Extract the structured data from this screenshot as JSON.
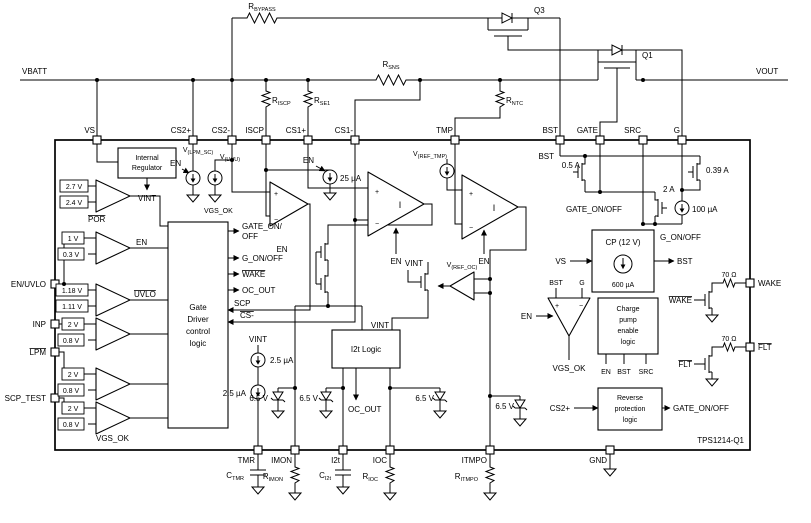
{
  "part_number": "TPS1214-Q1",
  "rails": {
    "vbatt": "VBATT",
    "vout": "VOUT"
  },
  "external_top": {
    "r_bypass": {
      "p": "R",
      "s": "BYPASS"
    },
    "q3": "Q3",
    "r_sns": {
      "p": "R",
      "s": "SNS"
    },
    "q1": "Q1",
    "r_iscp": {
      "p": "R",
      "s": "ISCP"
    },
    "r_se1": {
      "p": "R",
      "s": "SE1"
    },
    "r_ntc": {
      "p": "R",
      "s": "NTC"
    }
  },
  "pins_top": {
    "vs": "VS",
    "cs2_plus": "CS2+",
    "cs2_minus": "CS2-",
    "iscp": "ISCP",
    "cs1_plus": "CS1+",
    "cs1_minus": "CS1-",
    "tmp": "TMP",
    "bst": "BST",
    "gate": "GATE",
    "src": "SRC",
    "g": "G"
  },
  "pins_bottom": {
    "tmr": "TMR",
    "imon": "IMON",
    "i2t": "I2t",
    "ioc": "IOC",
    "itmpo": "ITMPO",
    "gnd": "GND"
  },
  "pins_left": {
    "en_uvlo": "EN/UVLO",
    "inp": "INP",
    "lpm": "LPM",
    "scp_test": "SCP_TEST"
  },
  "pins_right": {
    "wake": "WAKE",
    "flt": "FLT"
  },
  "external_bottom": {
    "c_tmr": {
      "p": "C",
      "s": "TMR"
    },
    "r_imon": {
      "p": "R",
      "s": "IMON"
    },
    "c_i2t": {
      "p": "C",
      "s": "I2t"
    },
    "r_ioc": {
      "p": "R",
      "s": "IOC"
    },
    "r_itmpo": {
      "p": "R",
      "s": "ITMPO"
    }
  },
  "regulator": {
    "line1": "Internal",
    "line2": "Regulator",
    "vint": "VINT",
    "en": "EN"
  },
  "wake_sources": {
    "v_lpm_sc": {
      "p": "V",
      "s": "(LPM_SC)"
    },
    "v_lwu": {
      "p": "V",
      "s": "(LWU)"
    },
    "vgs_ok": "VGS_OK"
  },
  "comparators": {
    "por": {
      "vr": "2.7 V",
      "vf": "2.4 V",
      "out": "POR"
    },
    "en": {
      "vr": "1 V",
      "vf": "0.3 V",
      "out": "EN"
    },
    "uvlo": {
      "vr": "1.18 V",
      "vf": "1.11 V",
      "out": "UVLO"
    },
    "inp": {
      "vr": "2 V",
      "vf": "0.8 V"
    },
    "lpm": {
      "vr": "2 V",
      "vf": "0.8 V"
    },
    "scp_test": {
      "vr": "2 V",
      "vf": "0.8 V",
      "out": "VGS_OK"
    }
  },
  "gate_driver": {
    "line1": "Gate",
    "line2": "Driver",
    "line3": "control",
    "line4": "logic",
    "out_gate1": "GATE_ON/",
    "out_gate2": "OFF",
    "out_g": "G_ON/OFF",
    "out_wake": "WAKE",
    "out_oc": "OC_OUT",
    "in_scp": "SCP",
    "in_cs": "CS-",
    "vint": "VINT",
    "i_charge": "2.5 µA",
    "i_discharge": "2.5 µA"
  },
  "scp_block": {
    "plus": "+",
    "minus": "−",
    "en": "EN",
    "en_src": "EN",
    "i_scp": "25 µA"
  },
  "sense_amp": {
    "plus": "+",
    "minus": "−",
    "gain": "I",
    "en": "EN"
  },
  "tmp_amp": {
    "vref": {
      "p": "V",
      "s": "(REF_TMP)"
    },
    "plus": "+",
    "minus": "−",
    "gain": "I",
    "en": "EN"
  },
  "monitor": {
    "vint_mirror": "VINT",
    "vref_oc": {
      "p": "V",
      "s": "(REF_OC)"
    },
    "i2t_box": "I2t Logic",
    "vint_i2t": "VINT",
    "oc_out": "OC_OUT",
    "clamp1": "6.5 V",
    "clamp2": "6.5 V",
    "clamp3": "6.5 V",
    "clamp4": "6.5 V"
  },
  "driver_stage": {
    "bst": "BST",
    "i_source": "0.5 A",
    "i_sink": "2 A",
    "i_g": "0.39 A",
    "gate_ctrl": "GATE_ON/OFF",
    "g_ctrl": "G_ON/OFF",
    "i_pulldown": "100 µA"
  },
  "charge_pump": {
    "title": "CP (12 V)",
    "current": "600 µA",
    "input": "VS",
    "output": "BST"
  },
  "vgs_comp": {
    "in_bst": "BST",
    "in_g": "G",
    "plus": "+",
    "minus": "−",
    "en": "EN",
    "out": "VGS_OK"
  },
  "cp_enable": {
    "line1": "Charge",
    "line2": "pump",
    "line3": "enable",
    "line4": "logic",
    "in_en": "EN",
    "in_bst": "BST",
    "in_src": "SRC"
  },
  "reverse_logic": {
    "line1": "Reverse",
    "line2": "protection",
    "line3": "logic",
    "input": "CS2+",
    "output": "GATE_ON/OFF"
  },
  "fault_outputs": {
    "wake": "WAKE",
    "wake_res": "70 Ω",
    "flt": "FLT",
    "flt_res": "70 Ω"
  }
}
